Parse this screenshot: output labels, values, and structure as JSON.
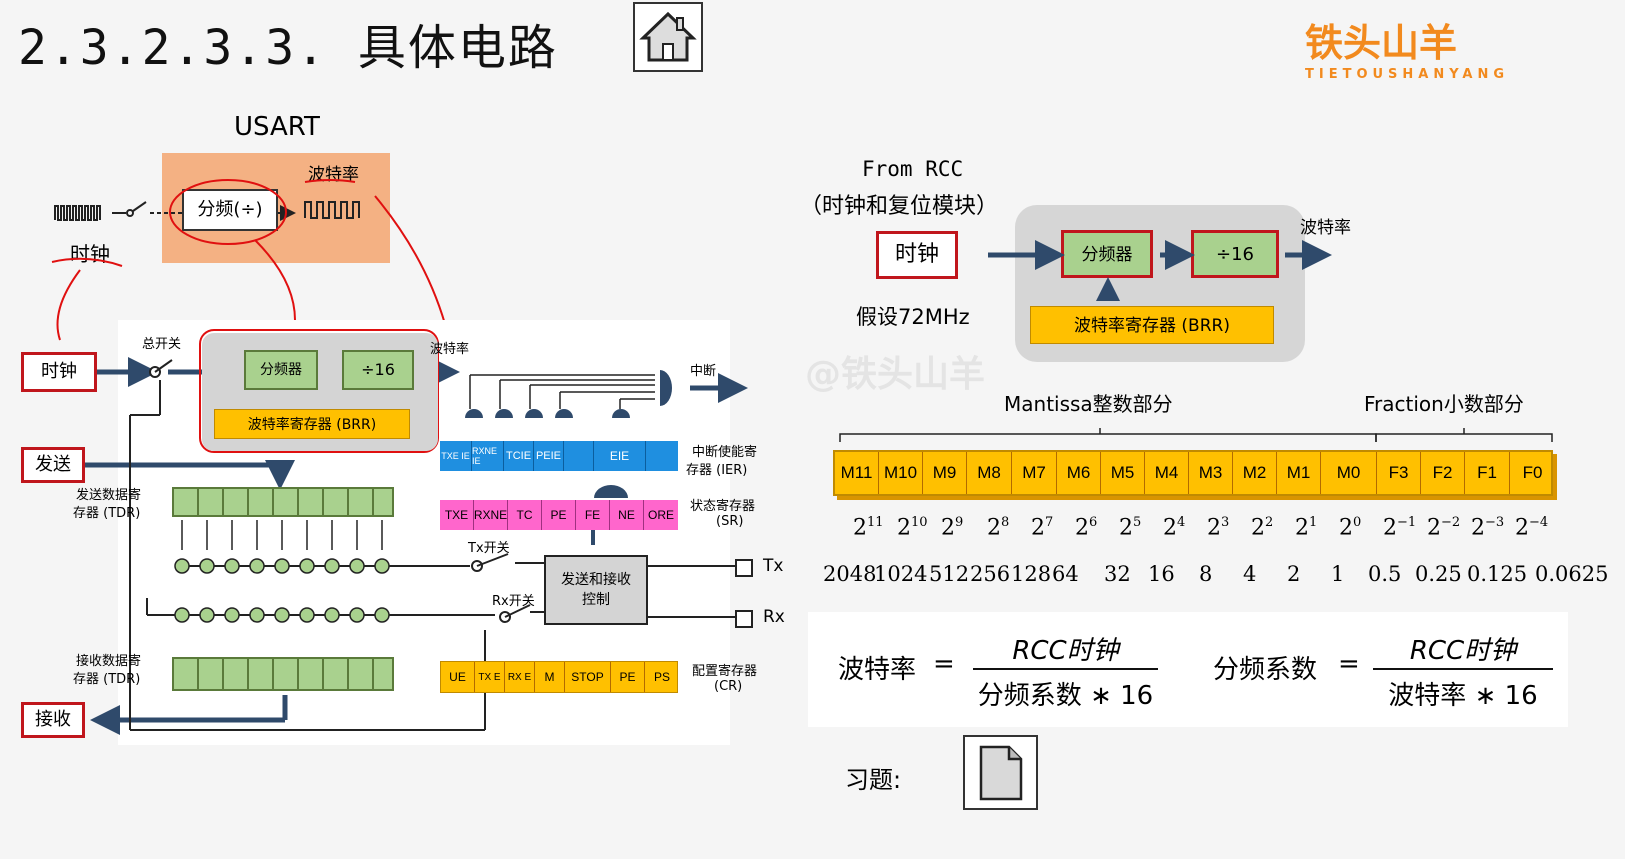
{
  "header": {
    "title": "2.3.2.3.3. 具体电路",
    "logo_text": "铁头山羊",
    "logo_sub": "TIETOUSHANYANG"
  },
  "watermark": "@铁头山羊",
  "left_top": {
    "usart_label": "USART",
    "clock_label": "时钟",
    "divider_label": "分频(÷)",
    "baud_label": "波特率"
  },
  "diagram": {
    "clock": "时钟",
    "main_switch": "总开关",
    "divider": "分频器",
    "div16": "÷16",
    "brr": "波特率寄存器 (BRR)",
    "baud": "波特率",
    "interrupt": "中断",
    "send": "发送",
    "tdr_label_1": "发送数据寄",
    "tdr_label_2": "存器 (TDR)",
    "rdr_label_1": "接收数据寄",
    "rdr_label_2": "存器 (TDR)",
    "receive": "接收",
    "tx_switch": "Tx开关",
    "rx_switch": "Rx开关",
    "control_1": "发送和接收",
    "control_2": "控制",
    "tx": "Tx",
    "rx": "Rx",
    "ier_label_1": "中断使能寄",
    "ier_label_2": "存器 (IER)",
    "sr_label_1": "状态寄存器",
    "sr_label_2": "(SR)",
    "cr_label_1": "配置寄存器",
    "cr_label_2": "(CR)",
    "ier_bits": [
      "TXE IE",
      "RXNE IE",
      "TCIE",
      "PEIE",
      "",
      "EIE",
      ""
    ],
    "sr_bits": [
      "TXE",
      "RXNE",
      "TC",
      "PE",
      "FE",
      "NE",
      "ORE"
    ],
    "cr_bits": [
      "UE",
      "TX E",
      "RX E",
      "M",
      "STOP",
      "PE",
      "PS"
    ]
  },
  "right_top": {
    "from_rcc": "From RCC",
    "rcc_desc": "（时钟和复位模块）",
    "clock": "时钟",
    "divider": "分频器",
    "div16": "÷16",
    "baud": "波特率",
    "brr": "波特率寄存器 (BRR)",
    "assume": "假设72MHz"
  },
  "brr_register": {
    "mantissa_label": "Mantissa整数部分",
    "fraction_label": "Fraction小数部分",
    "bits": [
      "M11",
      "M10",
      "M9",
      "M8",
      "M7",
      "M6",
      "M5",
      "M4",
      "M3",
      "M2",
      "M1",
      "M0",
      "F3",
      "F2",
      "F1",
      "F0"
    ],
    "powers": [
      {
        "base": "2",
        "exp": "11"
      },
      {
        "base": "2",
        "exp": "10"
      },
      {
        "base": "2",
        "exp": "9"
      },
      {
        "base": "2",
        "exp": "8"
      },
      {
        "base": "2",
        "exp": "7"
      },
      {
        "base": "2",
        "exp": "6"
      },
      {
        "base": "2",
        "exp": "5"
      },
      {
        "base": "2",
        "exp": "4"
      },
      {
        "base": "2",
        "exp": "3"
      },
      {
        "base": "2",
        "exp": "2"
      },
      {
        "base": "2",
        "exp": "1"
      },
      {
        "base": "2",
        "exp": "0"
      },
      {
        "base": "2",
        "exp": "−1"
      },
      {
        "base": "2",
        "exp": "−2"
      },
      {
        "base": "2",
        "exp": "−3"
      },
      {
        "base": "2",
        "exp": "−4"
      }
    ],
    "weights": [
      "2048",
      "1024",
      "512",
      "256",
      "128",
      "64",
      "32",
      "16",
      "8",
      "4",
      "2",
      "1",
      "0.5",
      "0.25",
      "0.125",
      "0.0625"
    ]
  },
  "formulas": {
    "f1_left": "波特率",
    "f1_num": "RCC时钟",
    "f1_den": "分频系数",
    "f1_mul": "∗ 16",
    "f2_left": "分频系数",
    "f2_num": "RCC时钟",
    "f2_den": "波特率",
    "f2_mul": "∗ 16",
    "eq": "="
  },
  "exercise": {
    "label": "习题:"
  },
  "colors": {
    "accent_red": "#c0161c",
    "orange": "#ffc000",
    "green": "#a9d18e",
    "blue": "#1f8fe0",
    "pink": "#ff66cc",
    "navy": "#2f4a6b"
  }
}
